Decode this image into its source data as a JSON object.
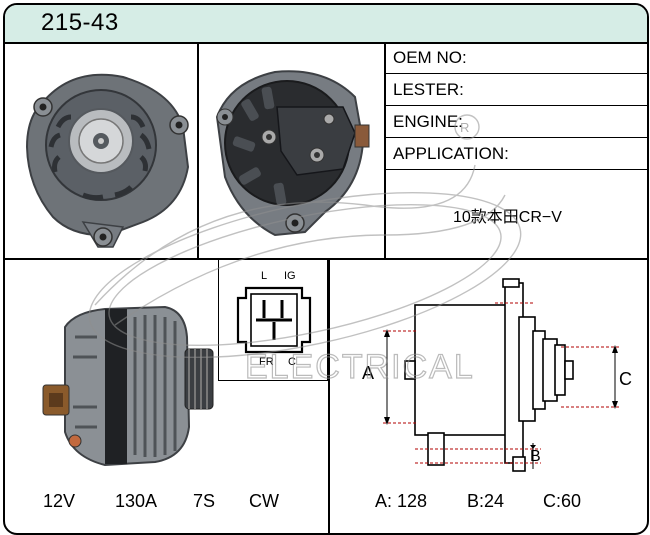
{
  "header": {
    "part_code": "215-43"
  },
  "spec_table": {
    "oem_label": "OEM NO:",
    "lester_label": "LESTER:",
    "engine_label": "ENGINE:",
    "application_label": "APPLICATION:",
    "application_value": "10款本田CR−V"
  },
  "connector": {
    "pin_l": "L",
    "pin_ig": "IG",
    "pin_fr": "FR",
    "pin_c": "C"
  },
  "watermark": {
    "text": "ELECTRICAL",
    "registered": "R"
  },
  "specs": {
    "voltage": "12V",
    "amperage": "130A",
    "pulley": "7S",
    "rotation": "CW"
  },
  "dimension_diagram": {
    "label_a": "A",
    "label_b": "B",
    "label_c": "C",
    "value_a": "A: 128",
    "value_b": "B:24",
    "value_c": "C:60"
  },
  "colors": {
    "header_bg": "#d6ede6",
    "border": "#000000",
    "dimension_line": "#b00000"
  }
}
